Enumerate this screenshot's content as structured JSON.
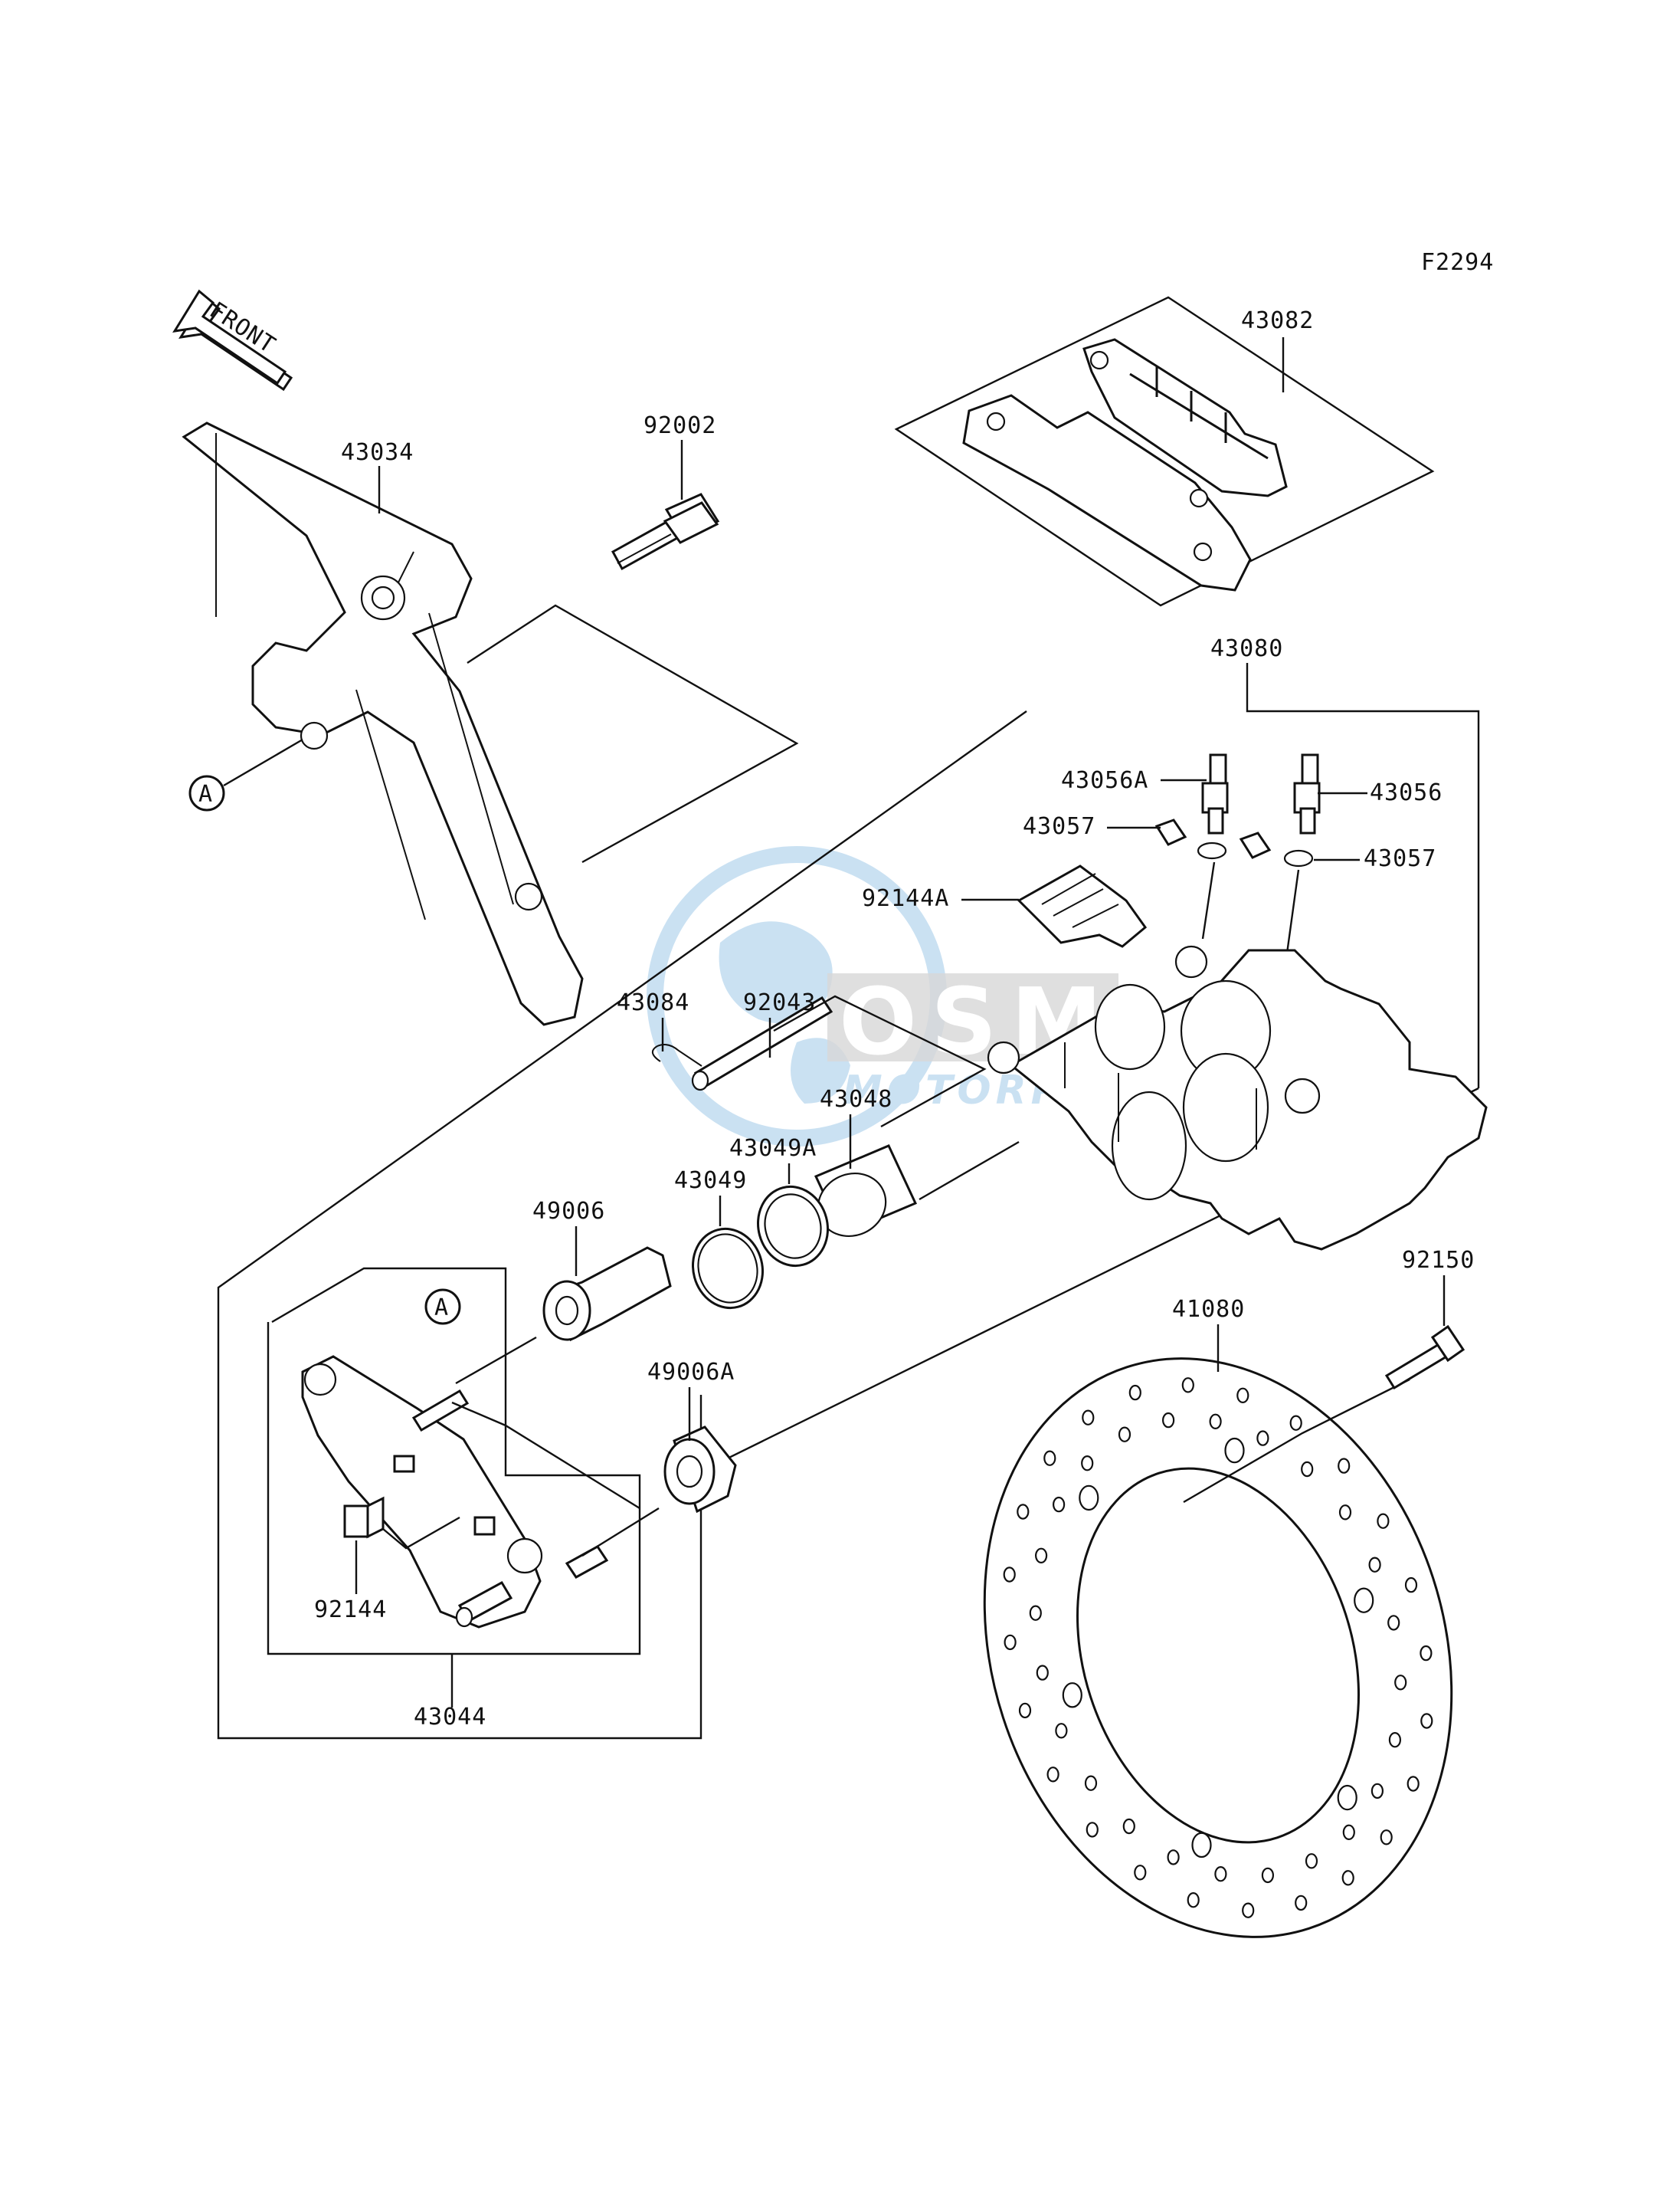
{
  "figure_code": "F2294",
  "front_label": "FRONT",
  "ref_marker": "A",
  "watermark": {
    "brand": "OSM",
    "sub": "MOTORPARTS",
    "color": "#9fc9e8"
  },
  "parts": {
    "p43082": "43082",
    "p43034": "43034",
    "p92002": "92002",
    "p43080": "43080",
    "p43056A": "43056A",
    "p43056": "43056",
    "p43057a": "43057",
    "p43057b": "43057",
    "p92144A": "92144A",
    "p43084": "43084",
    "p92043": "92043",
    "p43048": "43048",
    "p43049A": "43049A",
    "p43049": "43049",
    "p49006": "49006",
    "p49006A": "49006A",
    "p92150": "92150",
    "p41080": "41080",
    "p92144": "92144",
    "p43044": "43044"
  }
}
